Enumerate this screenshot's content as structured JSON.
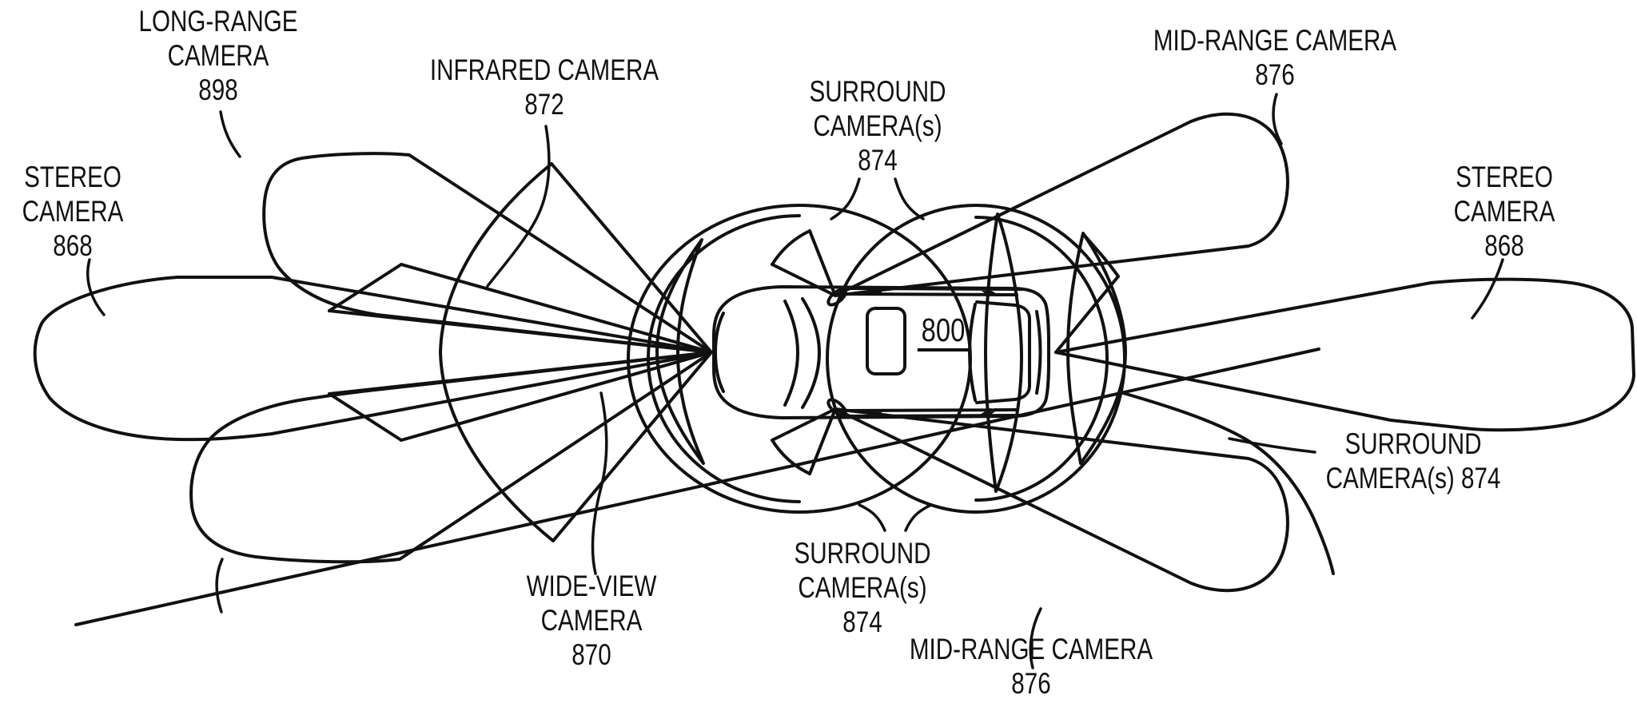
{
  "figure": {
    "title_hint": "vehicle camera fields of view diagram",
    "vehicle": {
      "ref": "800"
    },
    "ink_color": "#111111",
    "background": "#ffffff",
    "labels": [
      {
        "id": "long-range-camera-top",
        "lines": [
          "LONG-RANGE",
          "CAMERA",
          "898"
        ]
      },
      {
        "id": "infrared-camera",
        "lines": [
          "INFRARED CAMERA",
          "872",
          ""
        ]
      },
      {
        "id": "surround-cameras-top",
        "lines": [
          "SURROUND",
          "CAMERA(s)",
          "874"
        ]
      },
      {
        "id": "mid-range-camera-top",
        "lines": [
          "MID-RANGE CAMERA",
          "876",
          ""
        ]
      },
      {
        "id": "stereo-camera-left",
        "lines": [
          "STEREO",
          "CAMERA",
          "868"
        ]
      },
      {
        "id": "stereo-camera-right",
        "lines": [
          "STEREO",
          "CAMERA",
          "868"
        ]
      },
      {
        "id": "surround-cameras-right",
        "lines": [
          "SURROUND",
          "CAMERA(s) 874",
          ""
        ]
      },
      {
        "id": "wide-view-camera",
        "lines": [
          "WIDE-VIEW",
          "CAMERA",
          "870"
        ]
      },
      {
        "id": "surround-cameras-bottom",
        "lines": [
          "SURROUND",
          "CAMERA(s)",
          "874"
        ]
      },
      {
        "id": "mid-range-camera-bottom",
        "lines": [
          "MID-RANGE CAMERA",
          "876",
          ""
        ]
      }
    ]
  }
}
